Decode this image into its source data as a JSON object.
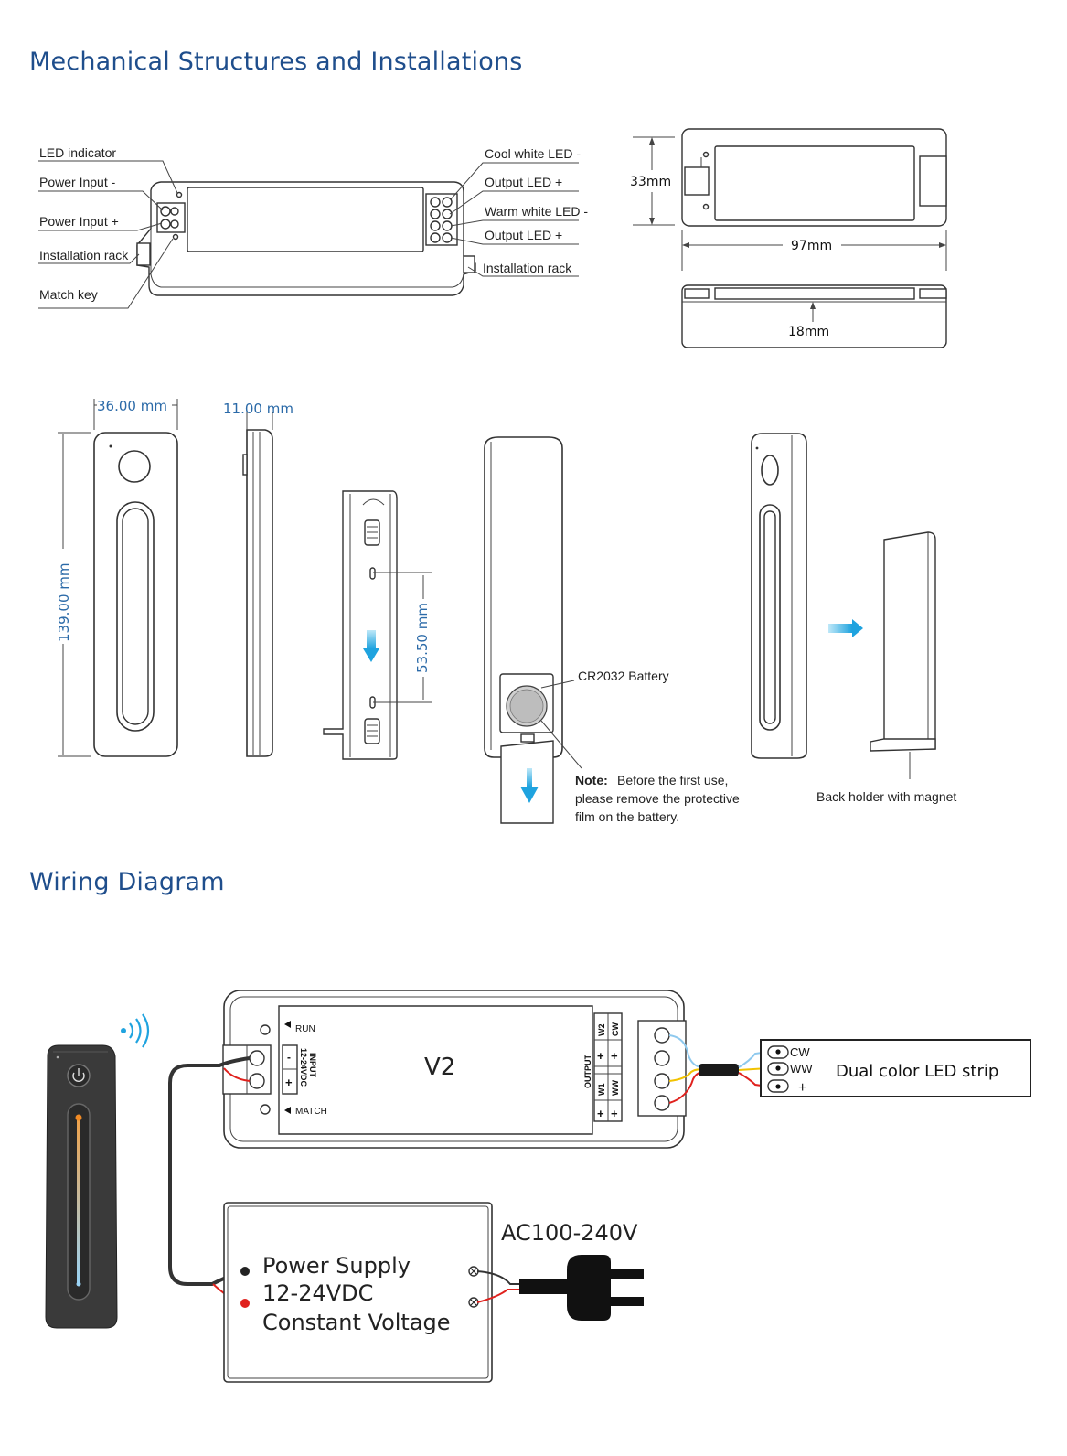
{
  "headings": {
    "mechanical": "Mechanical Structures and Installations",
    "wiring": "Wiring Diagram"
  },
  "controller_labels": {
    "led_indicator": "LED indicator",
    "power_input_minus": "Power Input -",
    "power_input_plus": "Power Input +",
    "installation_rack_left": "Installation rack",
    "match_key": "Match key",
    "cool_white_led": "Cool white LED -",
    "output_led_plus_1": "Output LED +",
    "warm_white_led": "Warm white LED -",
    "output_led_plus_2": "Output LED +",
    "installation_rack_right": "Installation rack"
  },
  "controller_dims": {
    "height": "33mm",
    "width": "97mm",
    "depth": "18mm"
  },
  "remote_dims": {
    "width": "36.00 mm",
    "thickness": "11.00 mm",
    "height": "139.00 mm",
    "hole_spacing": "53.50 mm"
  },
  "remote_labels": {
    "battery": "CR2032 Battery",
    "note_bold": "Note:",
    "note_line1": "Before the first use,",
    "note_line2": "please remove the protective",
    "note_line3": "film on the battery.",
    "back_holder": "Back holder with magnet"
  },
  "wiring": {
    "device_name": "V2",
    "run": "RUN",
    "match": "MATCH",
    "input_line1": "INPUT",
    "input_line2": "12-24VDC",
    "minus": "-",
    "plus": "+",
    "output": "OUTPUT",
    "w2": "W2",
    "cw": "CW",
    "w1": "W1",
    "ww": "WW",
    "strip_cw": "CW",
    "strip_ww": "WW",
    "strip_plus": "+",
    "strip_name": "Dual color LED strip",
    "ps_line1": "Power Supply",
    "ps_line2": "12-24VDC",
    "ps_line3": "Constant Voltage",
    "ac": "AC100-240V"
  },
  "colors": {
    "heading": "#1f4e8c",
    "dimension_blue": "#2b6aa8",
    "arrow_cyan": "#29a8e0",
    "wire_red": "#e0211d",
    "wire_yellow": "#f2c200",
    "wire_blue": "#8ec9ee",
    "wire_dark": "#333333",
    "remote_body": "#3a3a3a"
  }
}
